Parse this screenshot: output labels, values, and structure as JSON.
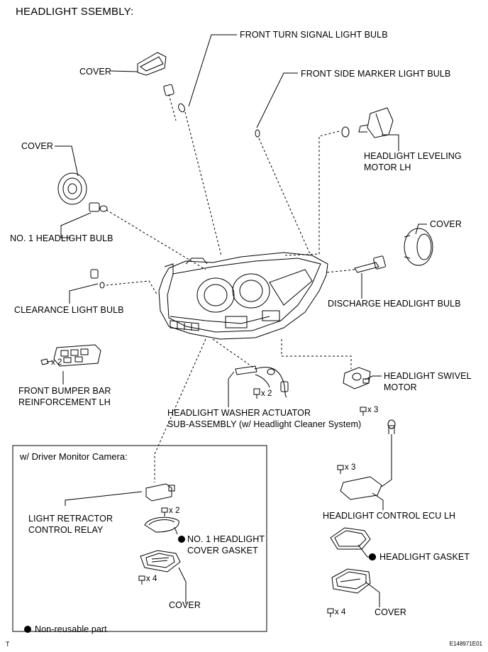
{
  "title": "HEADLIGHT SSEMBLY:",
  "labels": {
    "front_turn_signal_bulb": "FRONT TURN SIGNAL LIGHT BULB",
    "cover_top": "COVER",
    "front_side_marker_bulb": "FRONT SIDE MARKER LIGHT BULB",
    "cover_left": "COVER",
    "leveling_motor_1": "HEADLIGHT LEVELING",
    "leveling_motor_2": "MOTOR LH",
    "no1_headlight_bulb": "NO. 1 HEADLIGHT BULB",
    "cover_right": "COVER",
    "clearance_bulb": "CLEARANCE LIGHT BULB",
    "discharge_bulb": "DISCHARGE HEADLIGHT BULB",
    "bumper_bar_1": "FRONT BUMPER BAR",
    "bumper_bar_2": "REINFORCEMENT LH",
    "swivel_motor_1": "HEADLIGHT SWIVEL",
    "swivel_motor_2": "MOTOR",
    "washer_actuator_1": "HEADLIGHT WASHER ACTUATOR",
    "washer_actuator_2": "SUB-ASSEMBLY (w/ Headlight Cleaner System)",
    "control_ecu": "HEADLIGHT CONTROL ECU LH",
    "headlight_gasket": "HEADLIGHT GASKET",
    "cover_bottom_right": "COVER",
    "retractor_relay_1": "LIGHT RETRACTOR",
    "retractor_relay_2": "CONTROL RELAY",
    "no1_cover_gasket_1": "NO. 1 HEADLIGHT",
    "no1_cover_gasket_2": "COVER GASKET",
    "cover_inset": "COVER"
  },
  "inset_title": "w/ Driver Monitor Camera:",
  "quantities": {
    "bumper_screws": "x 2",
    "washer_screws": "x 2",
    "swivel_screws": "x 3",
    "ecu_screws": "x 3",
    "relay_screws": "x 2",
    "inset_cover_screws": "x 4",
    "bottom_cover_screws": "x 4"
  },
  "legend": "Non-reusable part",
  "corner_mark": "T",
  "figure_code": "E148971E01"
}
